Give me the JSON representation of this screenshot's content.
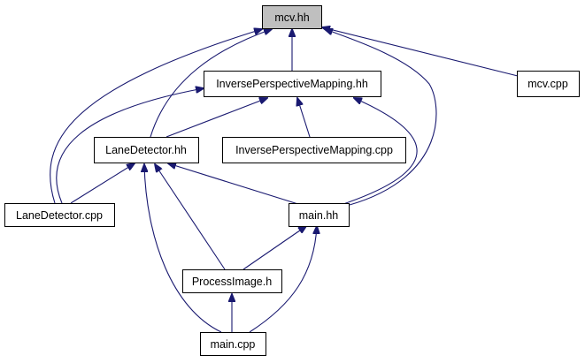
{
  "diagram": {
    "nodes": [
      {
        "id": "mcv_hh",
        "label": "mcv.hh",
        "highlighted": true
      },
      {
        "id": "ipm_hh",
        "label": "InversePerspectiveMapping.hh"
      },
      {
        "id": "mcv_cpp",
        "label": "mcv.cpp"
      },
      {
        "id": "lanedetector_hh",
        "label": "LaneDetector.hh"
      },
      {
        "id": "ipm_cpp",
        "label": "InversePerspectiveMapping.cpp"
      },
      {
        "id": "lanedetector_cpp",
        "label": "LaneDetector.cpp"
      },
      {
        "id": "main_hh",
        "label": "main.hh"
      },
      {
        "id": "processimage_h",
        "label": "ProcessImage.h"
      },
      {
        "id": "main_cpp",
        "label": "main.cpp"
      }
    ],
    "edges": [
      {
        "from": "ipm_hh",
        "to": "mcv_hh"
      },
      {
        "from": "mcv_cpp",
        "to": "mcv_hh"
      },
      {
        "from": "lanedetector_hh",
        "to": "mcv_hh"
      },
      {
        "from": "lanedetector_cpp",
        "to": "mcv_hh"
      },
      {
        "from": "main_hh",
        "to": "mcv_hh"
      },
      {
        "from": "lanedetector_hh",
        "to": "ipm_hh"
      },
      {
        "from": "ipm_cpp",
        "to": "ipm_hh"
      },
      {
        "from": "lanedetector_cpp",
        "to": "ipm_hh"
      },
      {
        "from": "main_hh",
        "to": "ipm_hh"
      },
      {
        "from": "lanedetector_cpp",
        "to": "lanedetector_hh"
      },
      {
        "from": "main_hh",
        "to": "lanedetector_hh"
      },
      {
        "from": "processimage_h",
        "to": "lanedetector_hh"
      },
      {
        "from": "main_cpp",
        "to": "lanedetector_hh"
      },
      {
        "from": "processimage_h",
        "to": "main_hh"
      },
      {
        "from": "main_cpp",
        "to": "main_hh"
      },
      {
        "from": "main_cpp",
        "to": "processimage_h"
      }
    ],
    "colors": {
      "edge": "#191970",
      "node_border": "#000000",
      "node_fill": "#ffffff",
      "highlight_fill": "#bfbfbf"
    }
  }
}
